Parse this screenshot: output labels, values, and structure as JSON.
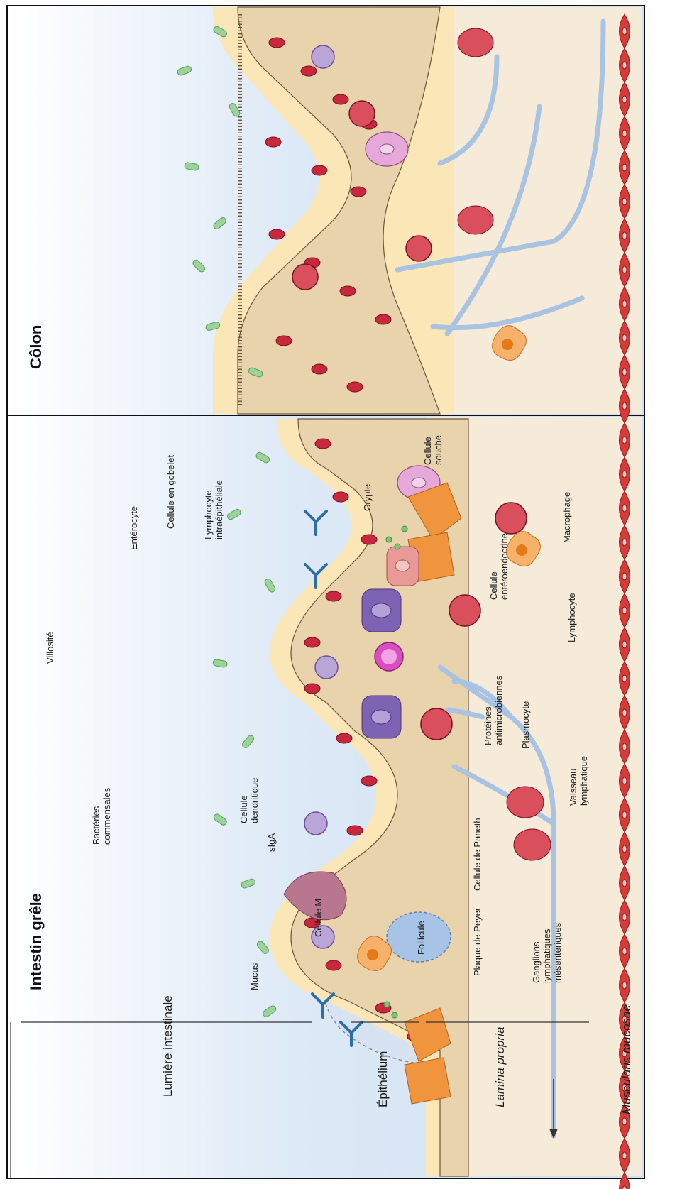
{
  "panels": {
    "small_intestine_title": "Intestin grêle",
    "colon_title": "Côlon"
  },
  "layers": [
    "Lumière intestinale",
    "Épithélium",
    "Lamina propria",
    "Muscularis mucosae"
  ],
  "labels": {
    "villosite": "Villosité",
    "bacteries": [
      "Bactéries",
      "commensales"
    ],
    "enterocyte": "Entérocyte",
    "gobelet": "Cellule en gobelet",
    "lymphocyte_ie": [
      "Lymphocyte",
      "intraépithéliale"
    ],
    "crypte": "Crypte",
    "cellule_souche": [
      "Cellule",
      "souche"
    ],
    "macrophage": "Macrophage",
    "enteroendocrine": [
      "Cellule",
      "entéroendocrine"
    ],
    "lymphocyte": "Lymphocyte",
    "proteines": [
      "Protéines",
      "antimicrobiennes"
    ],
    "plasmocyte": "Plasmocyte",
    "vaisseau": [
      "Vaisseau",
      "lymphatique"
    ],
    "dendritique": [
      "Cellule",
      "dendritique"
    ],
    "siga": "sIgA",
    "paneth": "Cellule de Paneth",
    "cellule_m": "Cellule M",
    "follicule": "Follicule",
    "peyer": "Plaque de Peyer",
    "mucus": "Mucus",
    "ganglions": [
      "Ganglions",
      "lymphatiques",
      "mésentériques"
    ]
  },
  "colors": {
    "lumen": "#dbe8f6",
    "mucus": "#fbe6b8",
    "epithelial_cell": "#e9d3ad",
    "nucleus": "#c8283c",
    "lamina": "#f6ead8",
    "lymph_vessel": "#a9c3e2",
    "goblet": "#7e63b4",
    "paneth": "#f0953e",
    "stem": "#e6a8d8",
    "muscle": "#d63a3a"
  }
}
